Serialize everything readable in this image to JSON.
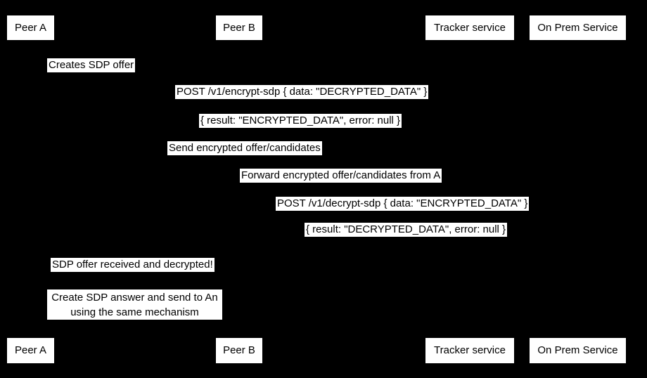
{
  "colors": {
    "background": "#000000",
    "label_background": "#ffffff",
    "label_text": "#000000"
  },
  "participants": [
    {
      "label": "Peer A"
    },
    {
      "label": "Peer B"
    },
    {
      "label": "Tracker service"
    },
    {
      "label": "On Prem Service"
    }
  ],
  "messages": [
    {
      "text": "Creates SDP offer"
    },
    {
      "text": "POST /v1/encrypt-sdp { data: \"DECRYPTED_DATA\" }"
    },
    {
      "text": "{ result: \"ENCRYPTED_DATA\", error: null }"
    },
    {
      "text": "Send encrypted offer/candidates"
    },
    {
      "text": "Forward encrypted offer/candidates from A"
    },
    {
      "text": "POST /v1/decrypt-sdp { data: \"ENCRYPTED_DATA\" }"
    },
    {
      "text": "{ result: \"DECRYPTED_DATA\", error: null }"
    },
    {
      "text": "SDP offer received and decrypted!"
    }
  ],
  "note": {
    "line1": "Create SDP answer and send to An",
    "line2": "using the same mechanism"
  }
}
